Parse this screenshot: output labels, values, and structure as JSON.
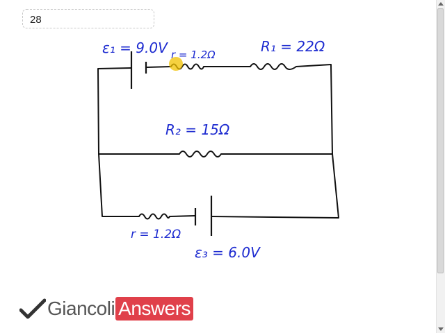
{
  "page": {
    "number": "28"
  },
  "circuit": {
    "emf1": "ε₁ = 9.0V",
    "r_top": "r = 1.2Ω",
    "R1": "R₁ = 22Ω",
    "R2": "R₂ = 15Ω",
    "r_bottom": "r = 1.2Ω",
    "emf3": "ε₃ = 6.0V"
  },
  "logo": {
    "part1": "Giancoli",
    "part2": "Answers"
  },
  "colors": {
    "ink": "#1d2bd0",
    "wire": "#111111",
    "pointer": "#f2c200",
    "logo_red": "#e0404a"
  }
}
